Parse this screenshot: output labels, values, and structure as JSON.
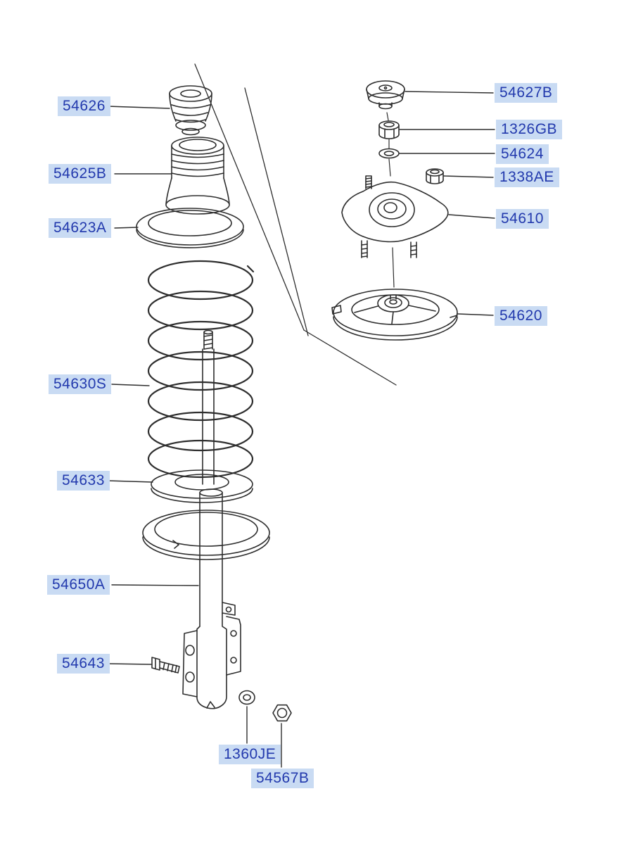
{
  "diagram": {
    "labels": [
      {
        "code": "54626"
      },
      {
        "code": "54625B"
      },
      {
        "code": "54623A"
      },
      {
        "code": "54630S"
      },
      {
        "code": "54633"
      },
      {
        "code": "54650A"
      },
      {
        "code": "54643"
      },
      {
        "code": "1360JE"
      },
      {
        "code": "54567B"
      },
      {
        "code": "54627B"
      },
      {
        "code": "1326GB"
      },
      {
        "code": "54624"
      },
      {
        "code": "1338AE"
      },
      {
        "code": "54610"
      },
      {
        "code": "54620"
      }
    ]
  },
  "colors": {
    "label_background": "#c9dbf3",
    "label_text": "#2239ad",
    "line_color": "#2e2e2e",
    "page_background": "#ffffff"
  }
}
